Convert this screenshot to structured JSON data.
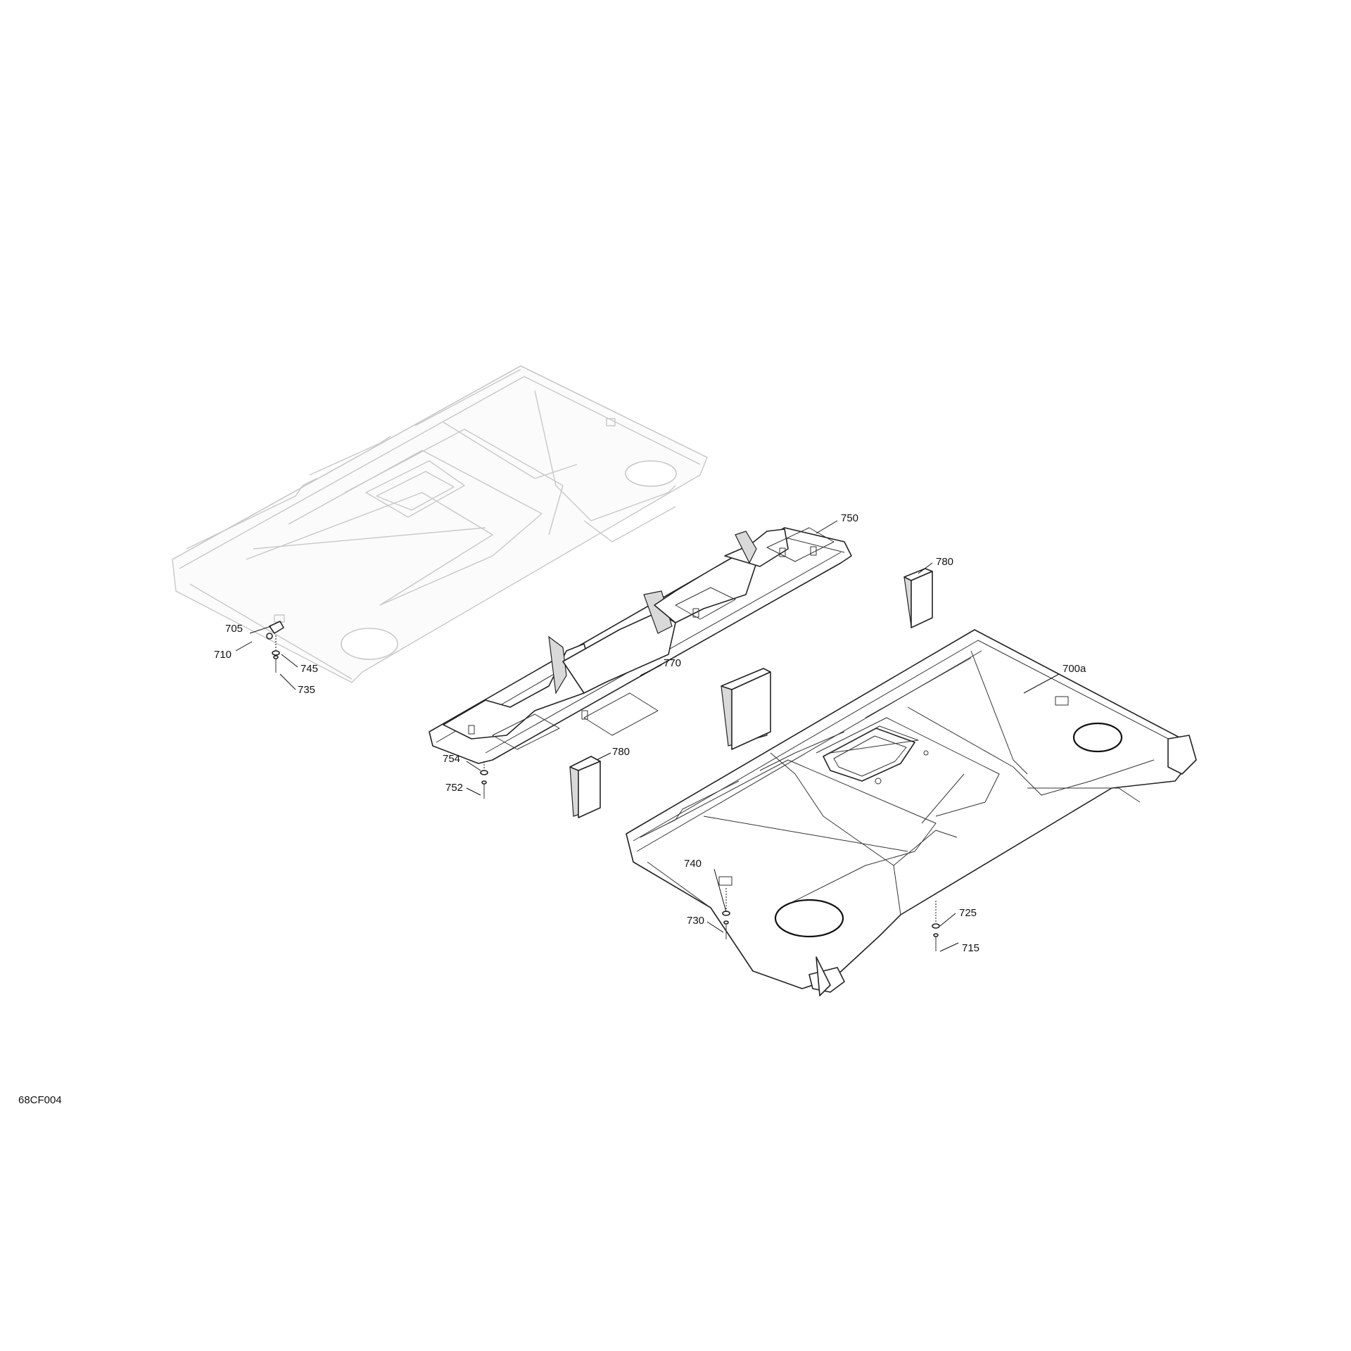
{
  "figure_id": "68CF004",
  "callouts": {
    "c700a": "700a",
    "c705": "705",
    "c710": "710",
    "c715": "715",
    "c725": "725",
    "c730": "730",
    "c735": "735",
    "c740": "740",
    "c745": "745",
    "c750": "750",
    "c752": "752",
    "c754": "754",
    "c770": "770",
    "c780_top": "780",
    "c780_bottom": "780"
  },
  "colors": {
    "ghost_outline": "#c8c8c8",
    "part_outline": "#222222",
    "foam_fill": "#d9d9d9",
    "text": "#111111"
  }
}
